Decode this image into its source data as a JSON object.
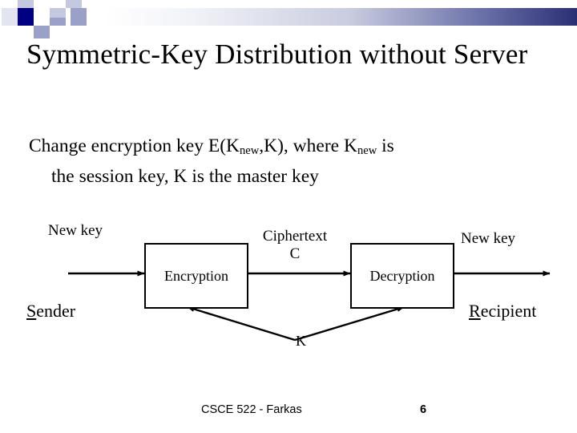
{
  "slide": {
    "title": "Symmetric-Key Distribution without Server",
    "body": {
      "line1_a": "Change encryption key E(K",
      "line1_sub1": "new",
      "line1_b": ",K), where K",
      "line1_sub2": "new",
      "line1_c": " is",
      "line2": "the session key, K is the master key"
    }
  },
  "diagram": {
    "label_new_key_left": "New key",
    "label_ciphertext": "Ciphertext",
    "label_ciphertext_symbol": "C",
    "label_new_key_right": "New key",
    "label_master_key": "K",
    "box_encryption": "Encryption",
    "box_decryption": "Decryption",
    "party_sender_initial": "S",
    "party_sender_rest": "ender",
    "party_recipient_initial": "R",
    "party_recipient_rest": "ecipient"
  },
  "footer": {
    "course": "CSCE 522 - Farkas",
    "page_number": "6"
  },
  "colors": {
    "banner_dark": "#2a2f74",
    "banner_mid": "#6a70a8",
    "square_dark": "#000080",
    "square_mid": "#9aa0c8",
    "square_light": "#c5c9e0",
    "square_pale": "#e2e4ef",
    "text": "#000000",
    "background": "#ffffff"
  }
}
